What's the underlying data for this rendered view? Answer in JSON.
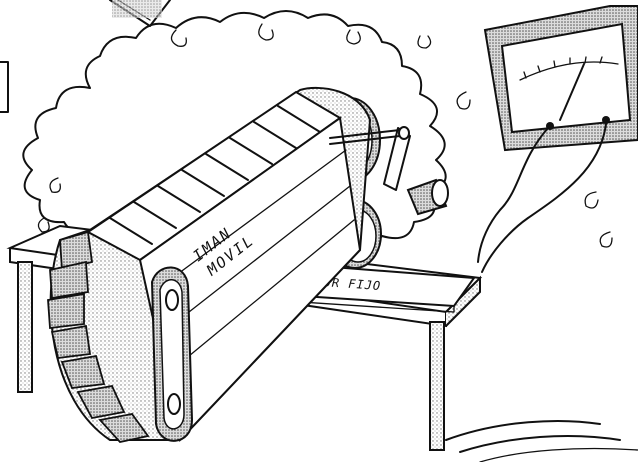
{
  "figure": {
    "magnet_label_line1": "IMAN",
    "magnet_label_line2": "MOVIL",
    "conductor_label": "CONDUCTOR FIJO"
  },
  "colors": {
    "ink": "#111111",
    "paper": "#ffffff",
    "shade": "#9a9a9a"
  }
}
